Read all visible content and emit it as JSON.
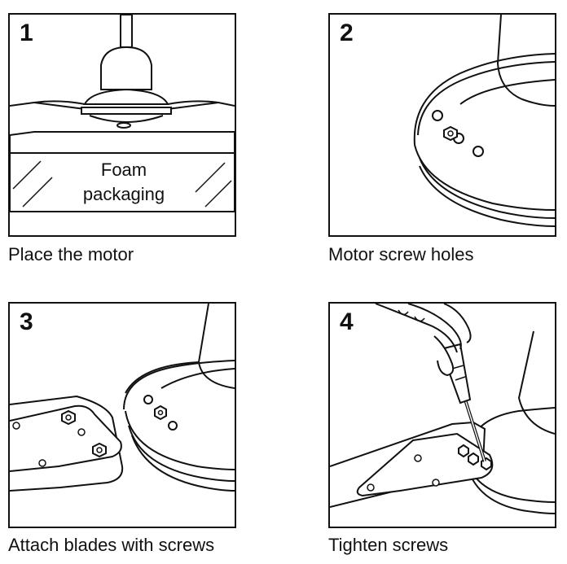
{
  "steps": [
    {
      "number": "1",
      "caption": "Place the motor",
      "label_line1": "Foam",
      "label_line2": "packaging"
    },
    {
      "number": "2",
      "caption": "Motor screw holes"
    },
    {
      "number": "3",
      "caption": "Attach blades with screws"
    },
    {
      "number": "4",
      "caption": "Tighten screws"
    }
  ],
  "icons": [
    "fan-motor-icon",
    "screw-hole-icon",
    "fan-blade-icon",
    "screwdriver-icon",
    "hand-icon"
  ],
  "colors": {
    "line": "#111111",
    "background": "#ffffff"
  }
}
